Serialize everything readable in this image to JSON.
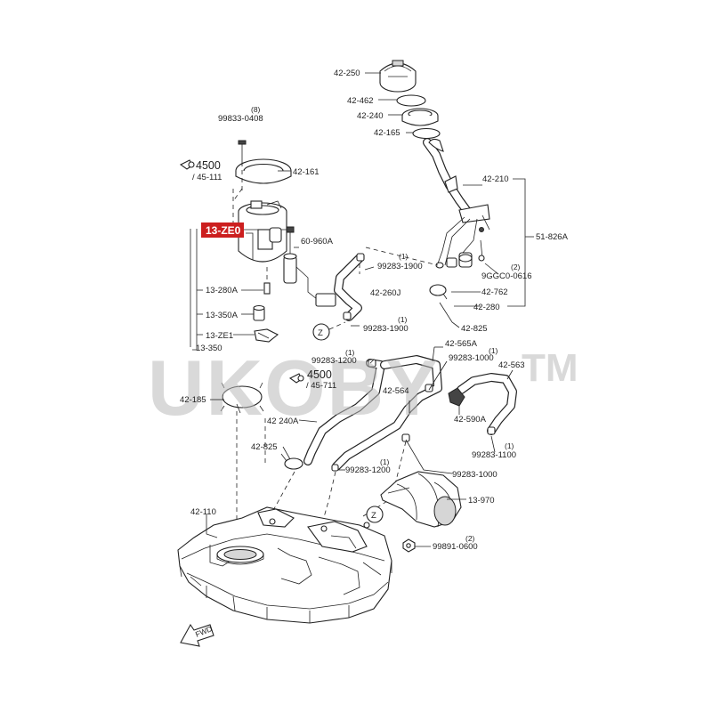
{
  "diagram": {
    "watermark": "UKOBY",
    "watermark_tm": "TM",
    "highlight": {
      "label": "13-ZE0",
      "color": "#cc1f1f"
    },
    "fwd_label": "FWD",
    "parts": {
      "p42_250": "42-250",
      "p42_462": "42-462",
      "p42_240": "42-240",
      "p42_165": "42-165",
      "p42_210": "42-210",
      "p51_826A": "51-826A",
      "q99833_qty": "(8)",
      "p99833": "99833-0408",
      "ref4500_a": "4500",
      "ref4500_a_sub": "/ 45-111",
      "p42_161": "42-161",
      "p60_960A": "60-960A",
      "q99283_a_qty": "(1)",
      "p99283_a": "99283-1900",
      "p42_260J": "42-260J",
      "q9GGC_qty": "(2)",
      "p9GGC": "9GGC0-0616",
      "p42_762": "42-762",
      "p42_280": "42-280",
      "p13_280A": "13-280A",
      "p13_350A": "13-350A",
      "p13_ZE1": "13-ZE1",
      "p13_350": "13-350",
      "q99283_b_qty": "(1)",
      "p99283_b": "99283-1900",
      "p42_825_a": "42-825",
      "z_a": "Z",
      "p42_565A": "42-565A",
      "q99283_c_qty": "(1)",
      "p99283_c": "99283-1200",
      "q99283_d_qty": "(1)",
      "p99283_d": "99283-1000",
      "p42_563": "42-563",
      "ref4500_b": "4500",
      "ref4500_b_sub": "/ 45-711",
      "p42_185": "42-185",
      "p42_564": "42-564",
      "p42_590A": "42-590A",
      "p42_240A": "42 240A",
      "q99283_e_qty": "(1)",
      "p99283_e": "99283-1100",
      "p42_825_b": "42-825",
      "q99283_f_qty": "(1)",
      "p99283_f": "99283-1200",
      "p99283_g": "99283-1000",
      "p42_110": "42-110",
      "p13_970": "13-970",
      "z_b": "Z",
      "q99891_qty": "(2)",
      "p99891": "99891-0600"
    }
  }
}
